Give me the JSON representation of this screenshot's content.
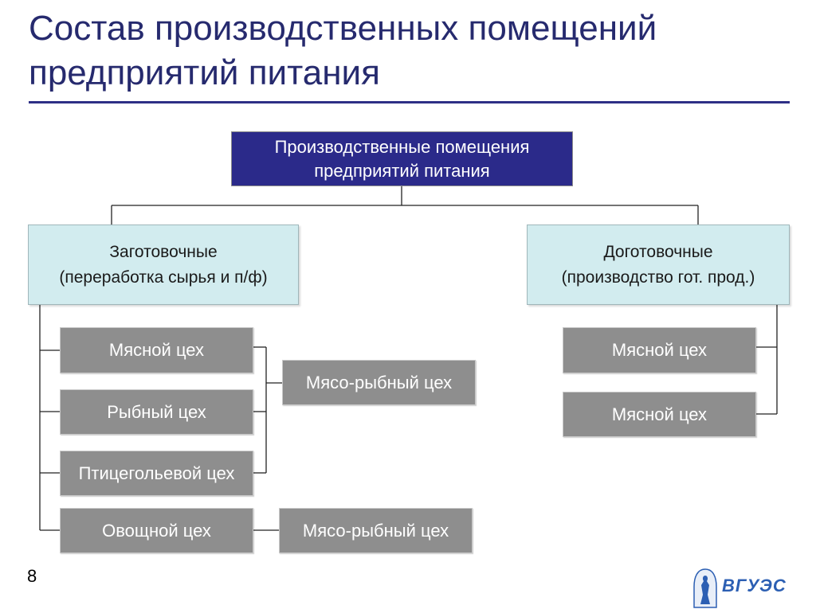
{
  "title": {
    "line1": "Состав производственных помещений",
    "line2": "предприятий питания"
  },
  "diagram": {
    "root": {
      "line1": "Производственные помещения",
      "line2": "предприятий питания"
    },
    "left_category": {
      "line1": "Заготовочные",
      "line2": "(переработка сырья и п/ф)",
      "items": [
        "Мясной цех",
        "Рыбный цех",
        "Птицегольевой цех",
        "Овощной цех"
      ],
      "merged": [
        "Мясо-рыбный цех",
        "Мясо-рыбный цех"
      ]
    },
    "right_category": {
      "line1": "Доготовочные",
      "line2": "(производство гот. прод.)",
      "items": [
        "Мясной цех",
        "Мясной цех"
      ]
    }
  },
  "footer": {
    "page_number": "8",
    "logo_text": "ВГУЭС"
  },
  "colors": {
    "title": "#262a6e",
    "root_fill": "#2b2a8a",
    "category_fill": "#d2ecef",
    "item_fill": "#8e8e8e",
    "connector": "#222222"
  }
}
